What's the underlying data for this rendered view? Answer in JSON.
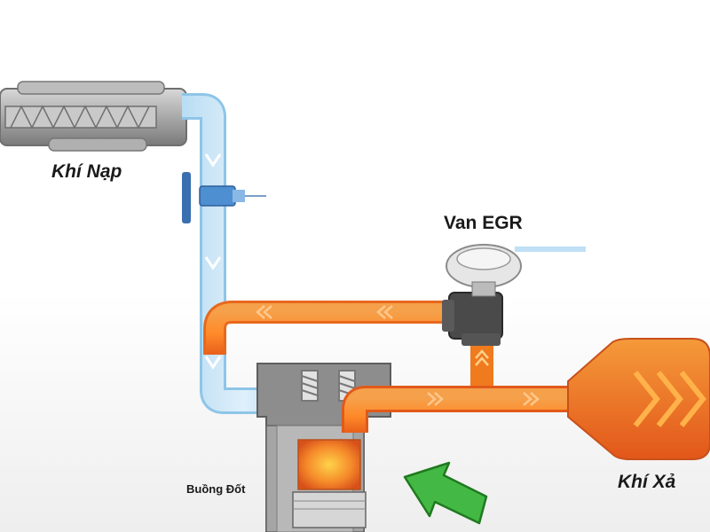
{
  "labels": {
    "intake": "Khí Nạp",
    "egr_valve": "Van EGR",
    "exhaust": "Khí Xả",
    "combustion_chamber": "Buồng Đốt"
  },
  "colors": {
    "intake_flow": "#a9d5f0",
    "exhaust_flow": "#f07a1e",
    "combustion": "#f4a33a",
    "engine_metal": "#9b9b9b",
    "arrow_green": "#3db53d"
  }
}
